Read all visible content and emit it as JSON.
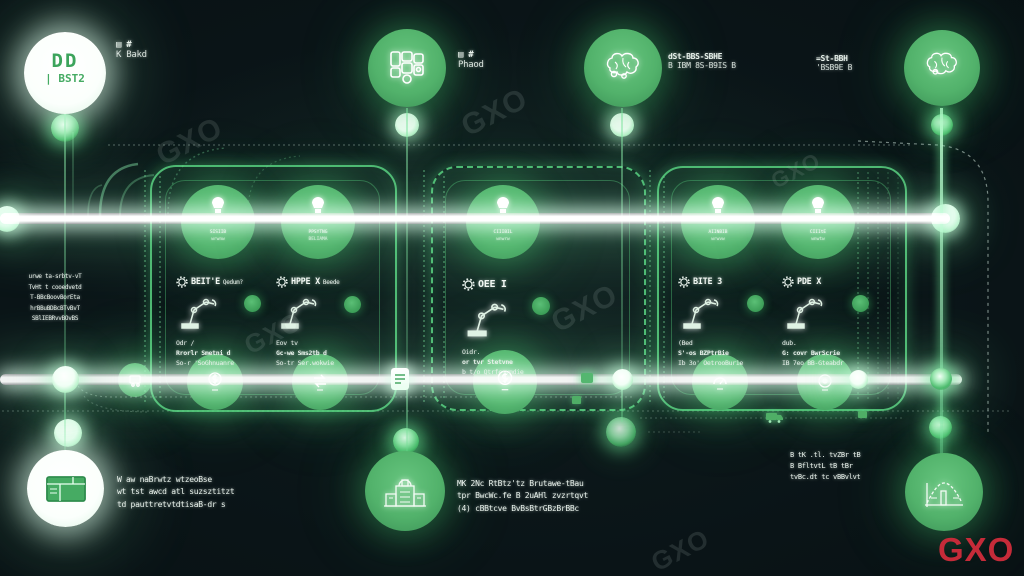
{
  "brand": {
    "logo_text": "GXO",
    "watermark_text": "GXO"
  },
  "colors": {
    "accent_green": "#4eb169",
    "glow_green": "#7ef0a0",
    "background": "#0a1417",
    "logo_red": "#c52b39"
  },
  "top_milestones": [
    {
      "badge_line1": "DD",
      "badge_line2": "| BST2",
      "label_line1": "▤ #",
      "label_line2": "K Bakd"
    },
    {
      "label_line1": "▤ #",
      "label_line2": "Phaod"
    },
    {
      "label_line1": "dSt-BBS-SBHE",
      "label_line2": "B IBM 8S-B9IS B"
    },
    {
      "label_line1": "=St-BBH",
      "label_line2": "'BSB9E B"
    }
  ],
  "left_note": {
    "lines": [
      "urwe ta-srbtv-vT",
      "TvHt t cooedvetd",
      "T-BBcBoovBorEta",
      "hrBBuBDBcBTvBvT",
      "SBlIEBRvvBOvBS"
    ]
  },
  "phase_cards": [
    {
      "title": "BEIT'E",
      "subtitle": "Qedum?",
      "body": [
        "Odr /",
        "Rrorlr Smetni d",
        "So-r 'SoGhnuanre"
      ],
      "stop": [
        "SISIIB",
        "wrwnw"
      ]
    },
    {
      "title": "HPPE X",
      "subtitle": "Beede",
      "body": [
        "Eov tv",
        "Gc-we Sms2tb d",
        "So-tr Ser.wokwie"
      ],
      "stop": [
        "PPSYTNG",
        "BELIAMA"
      ]
    },
    {
      "title": "OEE I",
      "subtitle": "",
      "body": [
        "Oidr.",
        "or tvr Stetvne",
        "b t/o Qtrfcrvmdie"
      ],
      "stop": [
        "CIIIBIL",
        "wnwrw"
      ]
    },
    {
      "title": "BITE 3",
      "subtitle": "",
      "body": [
        "(Bed",
        "S'-os BZPtrBie",
        "Ib 3o' OetrooBurie"
      ],
      "stop": [
        "AIINBIB",
        "wrwvw"
      ]
    },
    {
      "title": "PDE X",
      "subtitle": "",
      "body": [
        "dub.",
        "G: covr BwrScrie",
        "IB 7eo BB-Gteabdr"
      ],
      "stop": [
        "CIIItE",
        "wnwtw"
      ]
    }
  ],
  "bottom_milestones": [
    {
      "lines": [
        "W aw naBrwtz wtzeoBse",
        "wt tst awcd atl suzsztitzt",
        "td pauttretvtdtisaB-dr s"
      ]
    },
    {
      "lines": [
        "MK 2Nc RtBtz'tz Brutawe-tBau",
        "tpr BwcWc.fe B 2uAHl zvzrtqvt",
        "(4) cBBtcve BvBsBtrGBzBrBBc"
      ]
    },
    {
      "lines": [
        "B tK .tl. tvZBr tB",
        "B BfltvtL tB tBr",
        "tvBc.dt tc vBBvlvt"
      ]
    }
  ]
}
